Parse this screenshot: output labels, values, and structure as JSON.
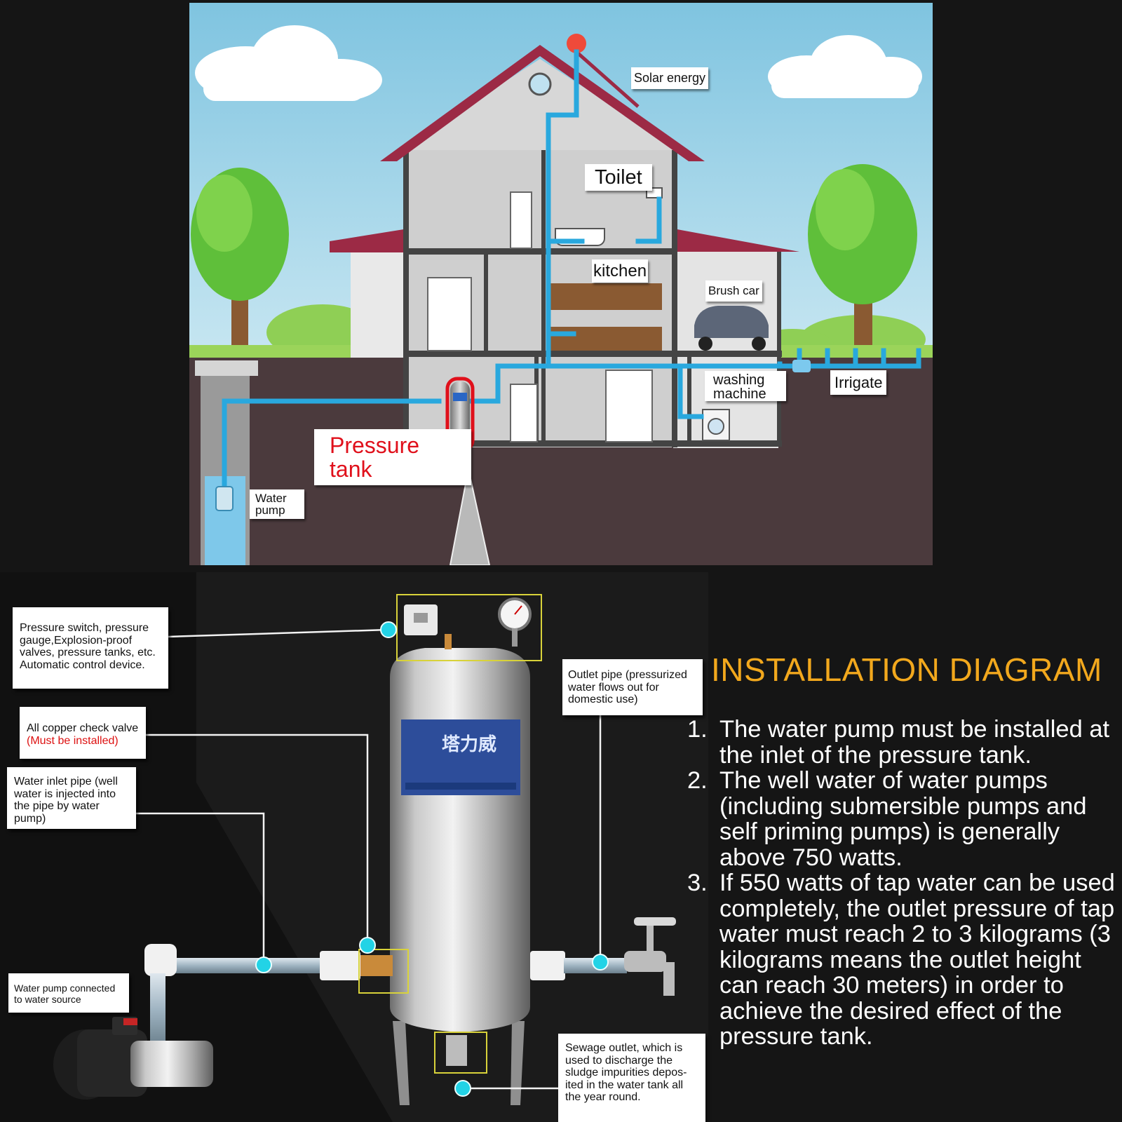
{
  "house": {
    "labels": {
      "solar": "Solar energy",
      "toilet": "Toilet",
      "kitchen": "kitchen",
      "brush_car": "Brush car",
      "washing_machine": "washing machine",
      "irrigate": "Irrigate",
      "pressure_tank": "Pressure tank",
      "water_pump": "Water pump"
    }
  },
  "product": {
    "callouts": {
      "pressure_switch": "Pressure switch, pressure gauge,Explosion-proof valves, pressure tanks, etc. Automatic control device.",
      "check_valve": "All copper check valve",
      "check_valve_note": "(Must be installed)",
      "inlet_pipe": "Water inlet pipe (well water is injected into the pipe by water pump)",
      "pump_source": "Water pump connected to water source",
      "outlet_pipe": "Outlet pipe (pressurized water flows out for domestic use)",
      "sewage": "Sewage outlet, which is used to discharge the sludge impurities depos-ited in the water tank all the year round."
    },
    "tank_brand": "塔力威"
  },
  "installation": {
    "title": "INSTALLATION DIAGRAM",
    "steps": [
      {
        "num": "1.",
        "text": "The water pump must be installed at the inlet of the pressure tank."
      },
      {
        "num": "2.",
        "text": "The well water of water pumps (including submersible pumps and self priming pumps) is generally above 750 watts."
      },
      {
        "num": "3.",
        "text": "If 550 watts of tap water can be used completely, the outlet pressure of tap water must reach 2 to 3 kilograms (3 kilograms means the outlet height can reach 30 meters) in order to achieve the desired effect of the pressure tank."
      }
    ]
  },
  "colors": {
    "pipe": "#29a8de",
    "accent_title": "#f2a81d",
    "roof": "#9c2a45",
    "ground": "#4b3a3d",
    "marker": "#22d3e6",
    "highlight_box": "#d8d23a"
  }
}
